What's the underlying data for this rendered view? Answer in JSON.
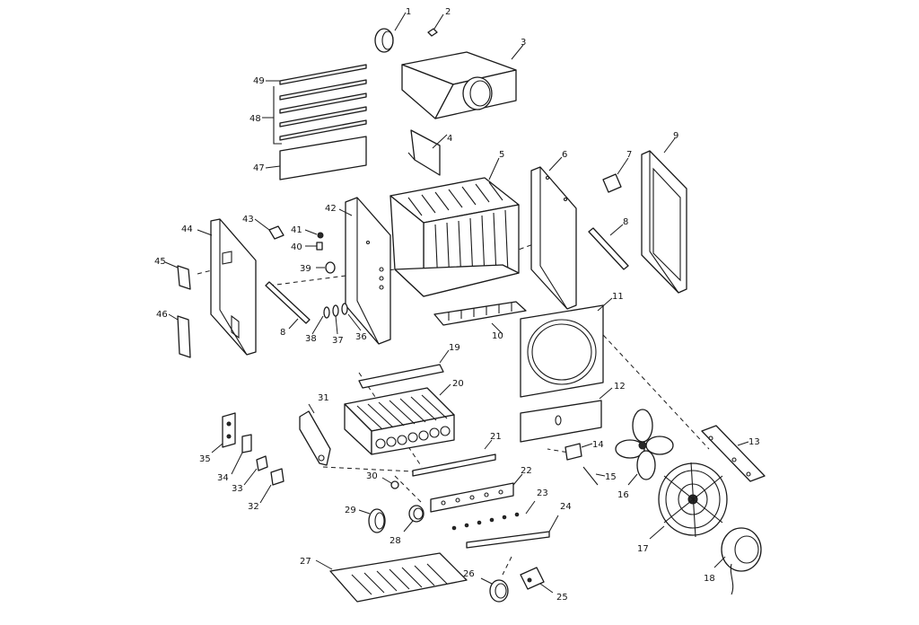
{
  "callouts": [
    {
      "id": "c1",
      "text": "1"
    },
    {
      "id": "c2",
      "text": "2"
    },
    {
      "id": "c3",
      "text": "3"
    },
    {
      "id": "c4",
      "text": "4"
    },
    {
      "id": "c5",
      "text": "5"
    },
    {
      "id": "c6",
      "text": "6"
    },
    {
      "id": "c7",
      "text": "7"
    },
    {
      "id": "c8a",
      "text": "8"
    },
    {
      "id": "c8b",
      "text": "8"
    },
    {
      "id": "c9",
      "text": "9"
    },
    {
      "id": "c10",
      "text": "10"
    },
    {
      "id": "c11",
      "text": "11"
    },
    {
      "id": "c12",
      "text": "12"
    },
    {
      "id": "c13",
      "text": "13"
    },
    {
      "id": "c14",
      "text": "14"
    },
    {
      "id": "c15",
      "text": "15"
    },
    {
      "id": "c16",
      "text": "16"
    },
    {
      "id": "c17",
      "text": "17"
    },
    {
      "id": "c18",
      "text": "18"
    },
    {
      "id": "c19",
      "text": "19"
    },
    {
      "id": "c20",
      "text": "20"
    },
    {
      "id": "c21",
      "text": "21"
    },
    {
      "id": "c22",
      "text": "22"
    },
    {
      "id": "c23",
      "text": "23"
    },
    {
      "id": "c24",
      "text": "24"
    },
    {
      "id": "c25",
      "text": "25"
    },
    {
      "id": "c26",
      "text": "26"
    },
    {
      "id": "c27",
      "text": "27"
    },
    {
      "id": "c28",
      "text": "28"
    },
    {
      "id": "c29",
      "text": "29"
    },
    {
      "id": "c30",
      "text": "30"
    },
    {
      "id": "c31",
      "text": "31"
    },
    {
      "id": "c32",
      "text": "32"
    },
    {
      "id": "c33",
      "text": "33"
    },
    {
      "id": "c34",
      "text": "34"
    },
    {
      "id": "c35",
      "text": "35"
    },
    {
      "id": "c36",
      "text": "36"
    },
    {
      "id": "c37",
      "text": "37"
    },
    {
      "id": "c38",
      "text": "38"
    },
    {
      "id": "c39",
      "text": "39"
    },
    {
      "id": "c40",
      "text": "40"
    },
    {
      "id": "c41",
      "text": "41"
    },
    {
      "id": "c42",
      "text": "42"
    },
    {
      "id": "c43",
      "text": "43"
    },
    {
      "id": "c44",
      "text": "44"
    },
    {
      "id": "c45",
      "text": "45"
    },
    {
      "id": "c46",
      "text": "46"
    },
    {
      "id": "c47",
      "text": "47"
    },
    {
      "id": "c48",
      "text": "48"
    },
    {
      "id": "c49",
      "text": "49"
    }
  ],
  "colors": {
    "line": "#1a1a1a",
    "background": "#ffffff"
  }
}
